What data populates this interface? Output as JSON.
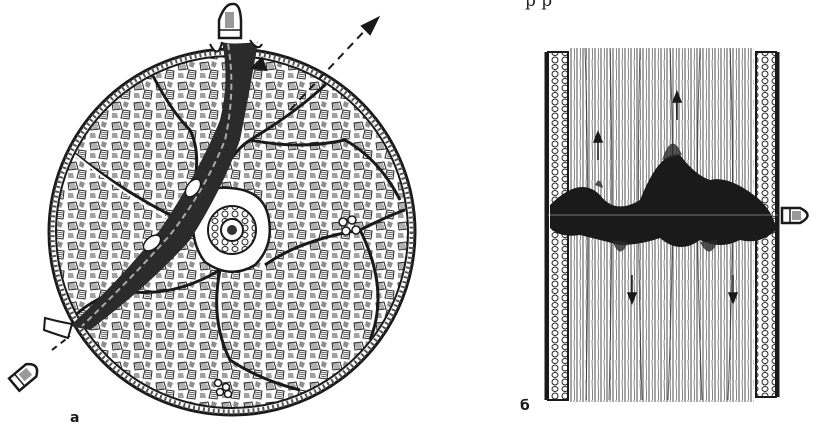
{
  "panels": {
    "a": {
      "label": "а"
    },
    "b": {
      "label": "б"
    }
  },
  "top_text": "р р",
  "colors": {
    "ink": "#1a1a1a",
    "paper": "#ffffff",
    "fill": "#2b2b2b"
  }
}
